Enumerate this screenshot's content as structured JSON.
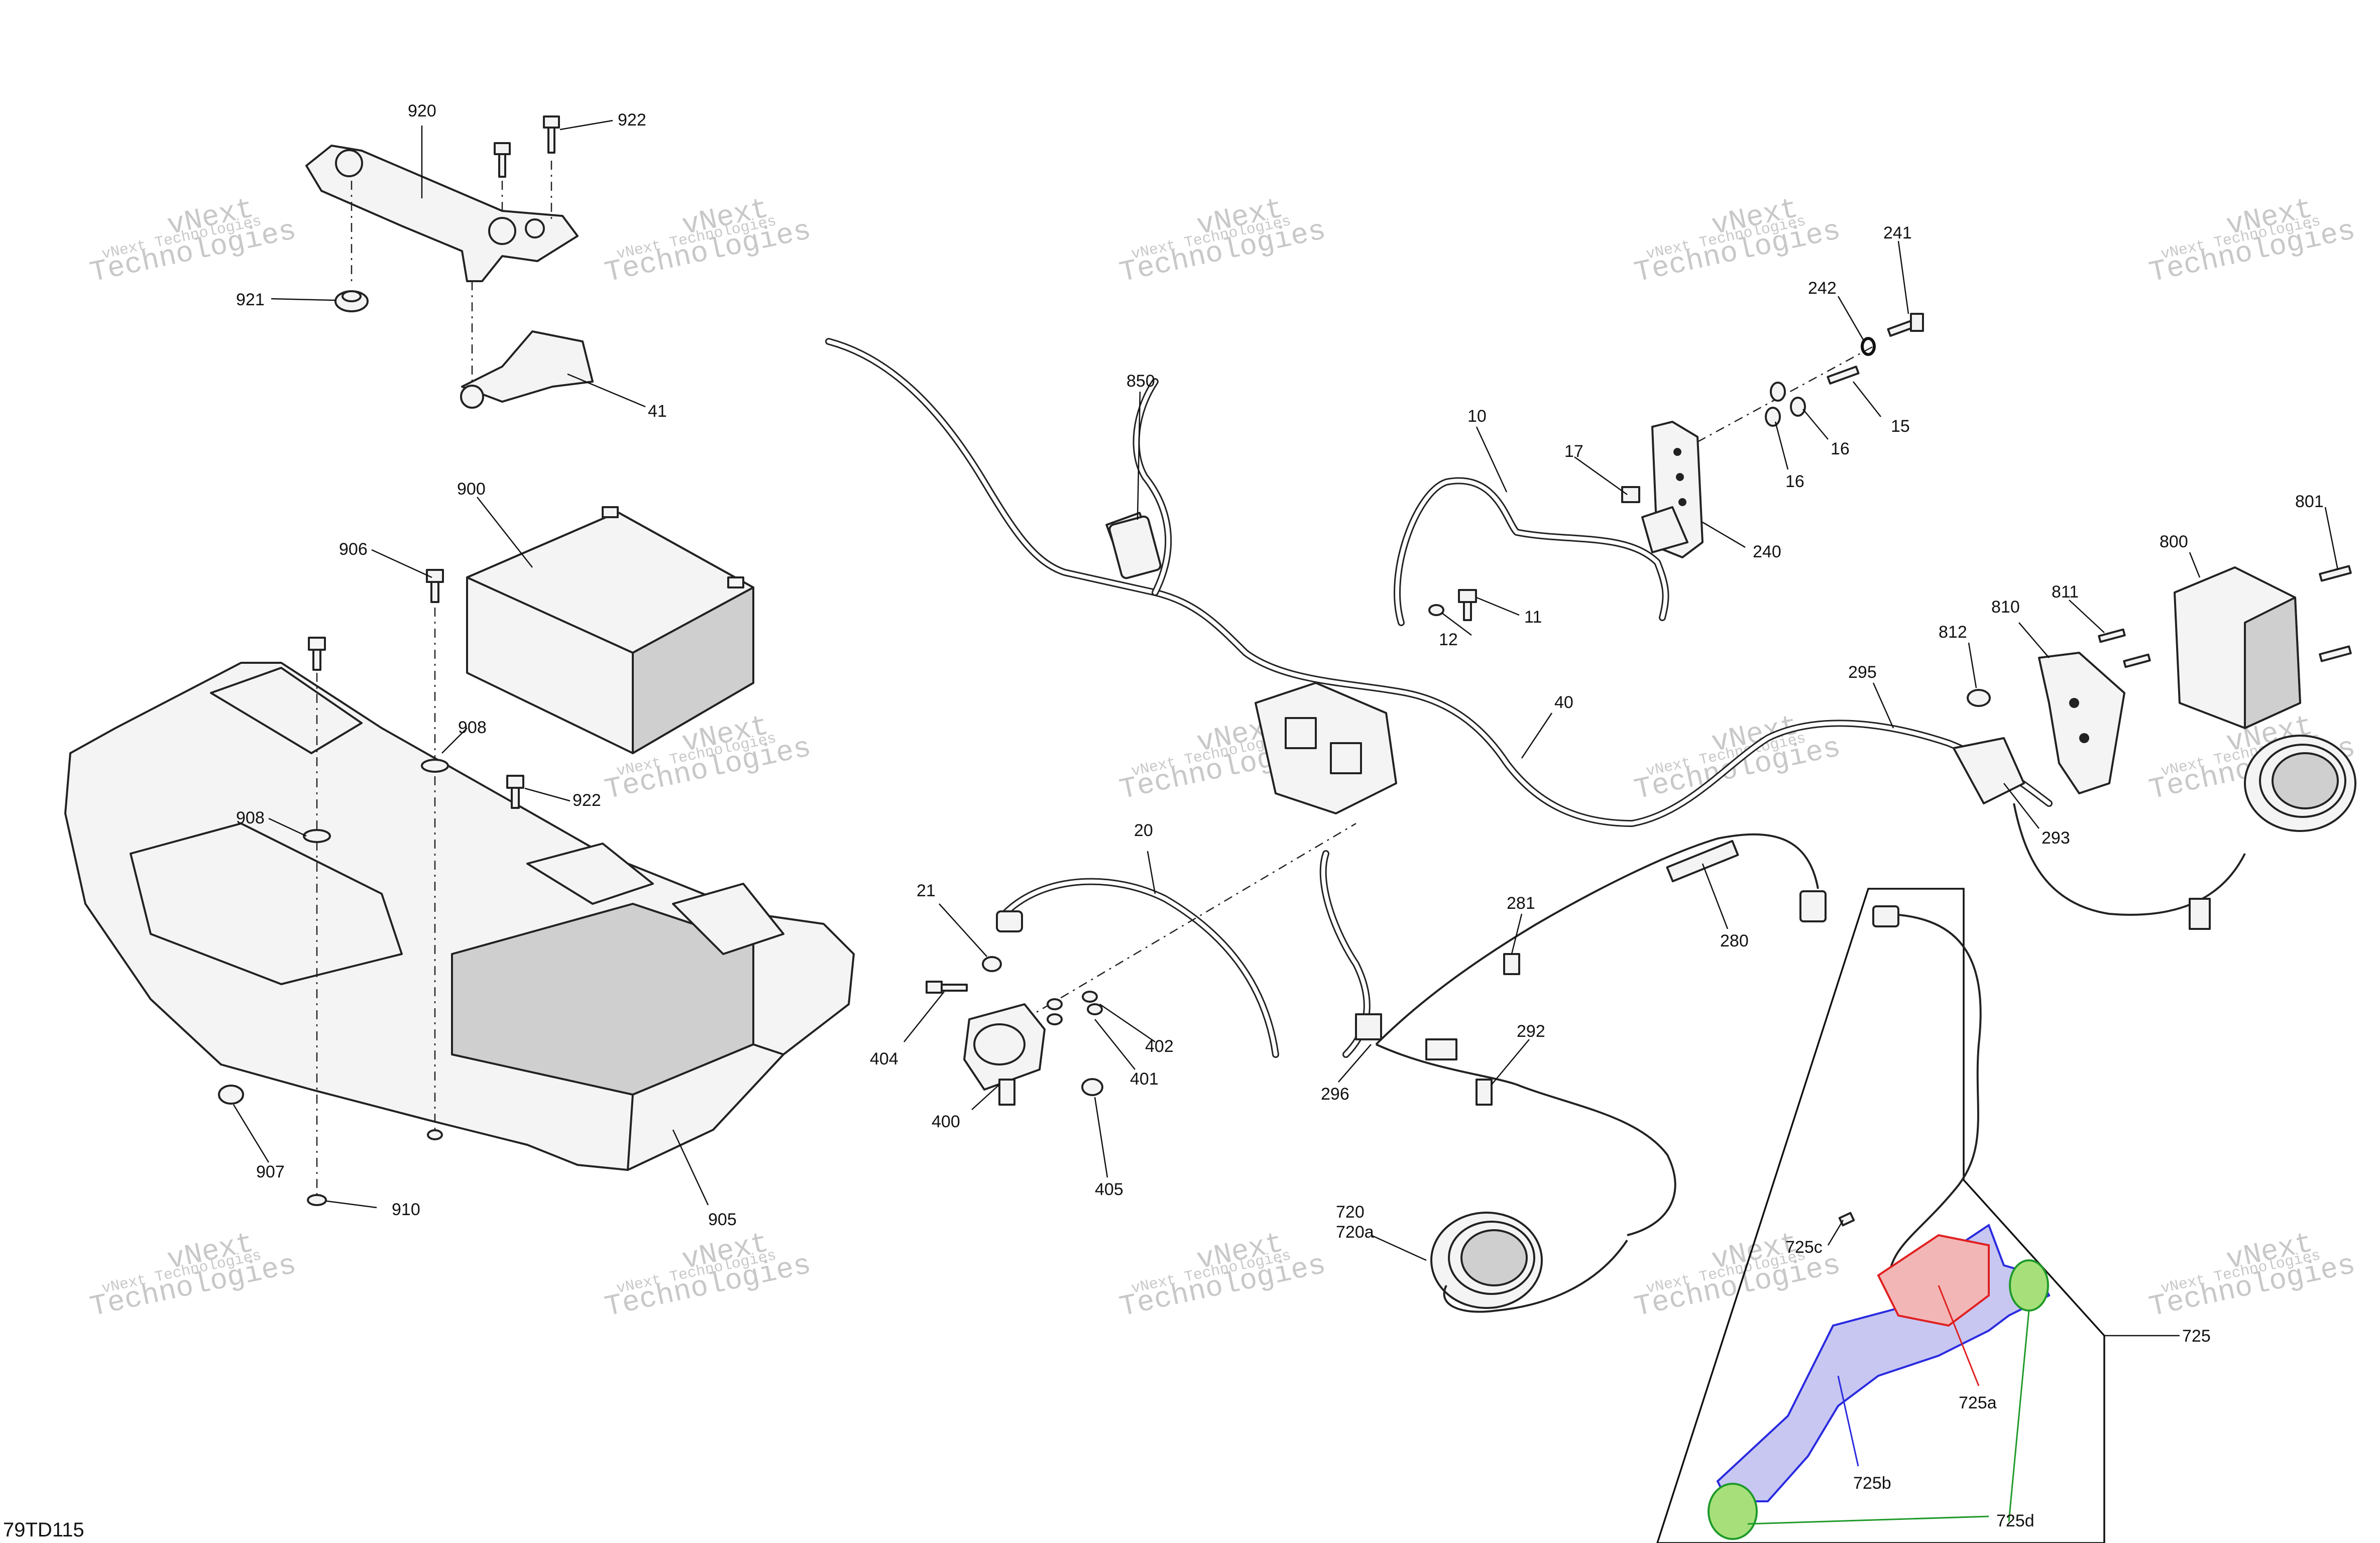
{
  "drawing_id": "79TD115",
  "watermark": {
    "line1": "vNext Technologies",
    "line2": "vNext",
    "line3": "Technologies"
  },
  "callouts": {
    "c920": "920",
    "c922a": "922",
    "c921": "921",
    "c41": "41",
    "c900": "900",
    "c906": "906",
    "c908a": "908",
    "c922b": "922",
    "c908b": "908",
    "c907": "907",
    "c910": "910",
    "c905": "905",
    "c850": "850",
    "c10": "10",
    "c17": "17",
    "c241": "241",
    "c242": "242",
    "c15": "15",
    "c16a": "16",
    "c16b": "16",
    "c240": "240",
    "c11": "11",
    "c12": "12",
    "c40": "40",
    "c295": "295",
    "c293": "293",
    "c810": "810",
    "c811": "811",
    "c812": "812",
    "c800": "800",
    "c801": "801",
    "c20": "20",
    "c21": "21",
    "c404": "404",
    "c400": "400",
    "c401": "401",
    "c402": "402",
    "c405": "405",
    "c296": "296",
    "c281": "281",
    "c292": "292",
    "c280": "280",
    "c720": "720",
    "c720a": "720a",
    "c725": "725",
    "c725a": "725a",
    "c725b": "725b",
    "c725c": "725c",
    "c725d": "725d"
  },
  "colors": {
    "ink": "#222222",
    "part_fill": "#f4f4f4",
    "shade": "#cfcfcf",
    "watermark": "#c8c8c8",
    "highlight_red": "#e02020",
    "highlight_blue": "#2a2ae0",
    "highlight_green": "#1f9a2a",
    "highlight_green_fill": "#a7e07a",
    "highlight_red_fill": "#f3b6b6",
    "highlight_blue_fill": "#c7c7f2"
  }
}
